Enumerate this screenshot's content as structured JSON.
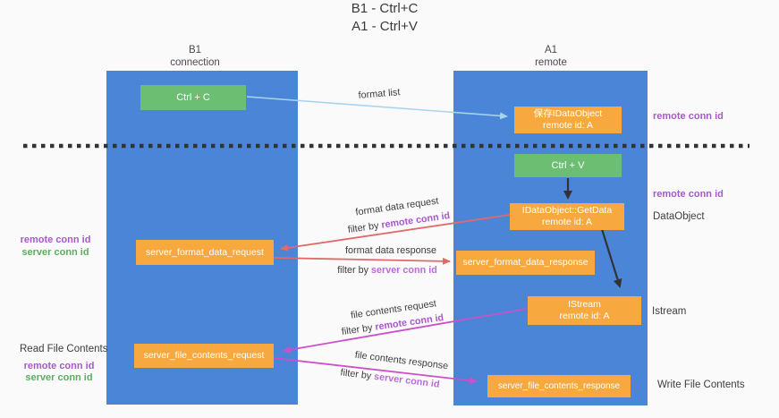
{
  "diagram": {
    "title_line1": "B1 - Ctrl+C",
    "title_line2": "A1 - Ctrl+V"
  },
  "lanes": {
    "b1": {
      "name": "B1",
      "role": "connection"
    },
    "a1": {
      "name": "A1",
      "role": "remote"
    }
  },
  "boxes": {
    "ctrl_c": "Ctrl + C",
    "ctrl_v": "Ctrl + V",
    "save_dataobject_line1": "保存IDataObject",
    "save_dataobject_line2": "remote id: A",
    "getdata_line1": "IDataObject::GetData",
    "getdata_line2": "remote id: A",
    "istream_line1": "IStream",
    "istream_line2": "remote id: A",
    "server_format_data_request": "server_format_data_request",
    "server_format_data_response": "server_format_data_response",
    "server_file_contents_request": "server_file_contents_request",
    "server_file_contents_response": "server_file_contents_response"
  },
  "messages": {
    "format_list": "format list",
    "format_data_request": "format data request",
    "format_data_response": "format data response",
    "file_contents_request": "file contents request",
    "file_contents_response": "file contents response",
    "filter_by": "filter by ",
    "remote_conn_id": "remote conn id",
    "server_conn_id": "server conn id"
  },
  "annotations": {
    "remote_conn_id": "remote conn id",
    "server_conn_id": "server conn id",
    "dataobject": "DataObject",
    "istream": "Istream",
    "read_file_contents": "Read File Contents",
    "write_file_contents": "Write File Contents"
  },
  "colors": {
    "bg": "#fafafa",
    "column_blue": "#4a85d8",
    "box_orange": "#f7a93f",
    "box_green": "#6cbe73",
    "arrow_blue": "#a8d4f0",
    "arrow_red": "#e06a6a",
    "arrow_magenta": "#cc50c8",
    "arrow_black": "#333333",
    "label_purple": "#a958cd",
    "label_purple_light": "#bd6bdc",
    "label_green": "#5bad5f"
  }
}
